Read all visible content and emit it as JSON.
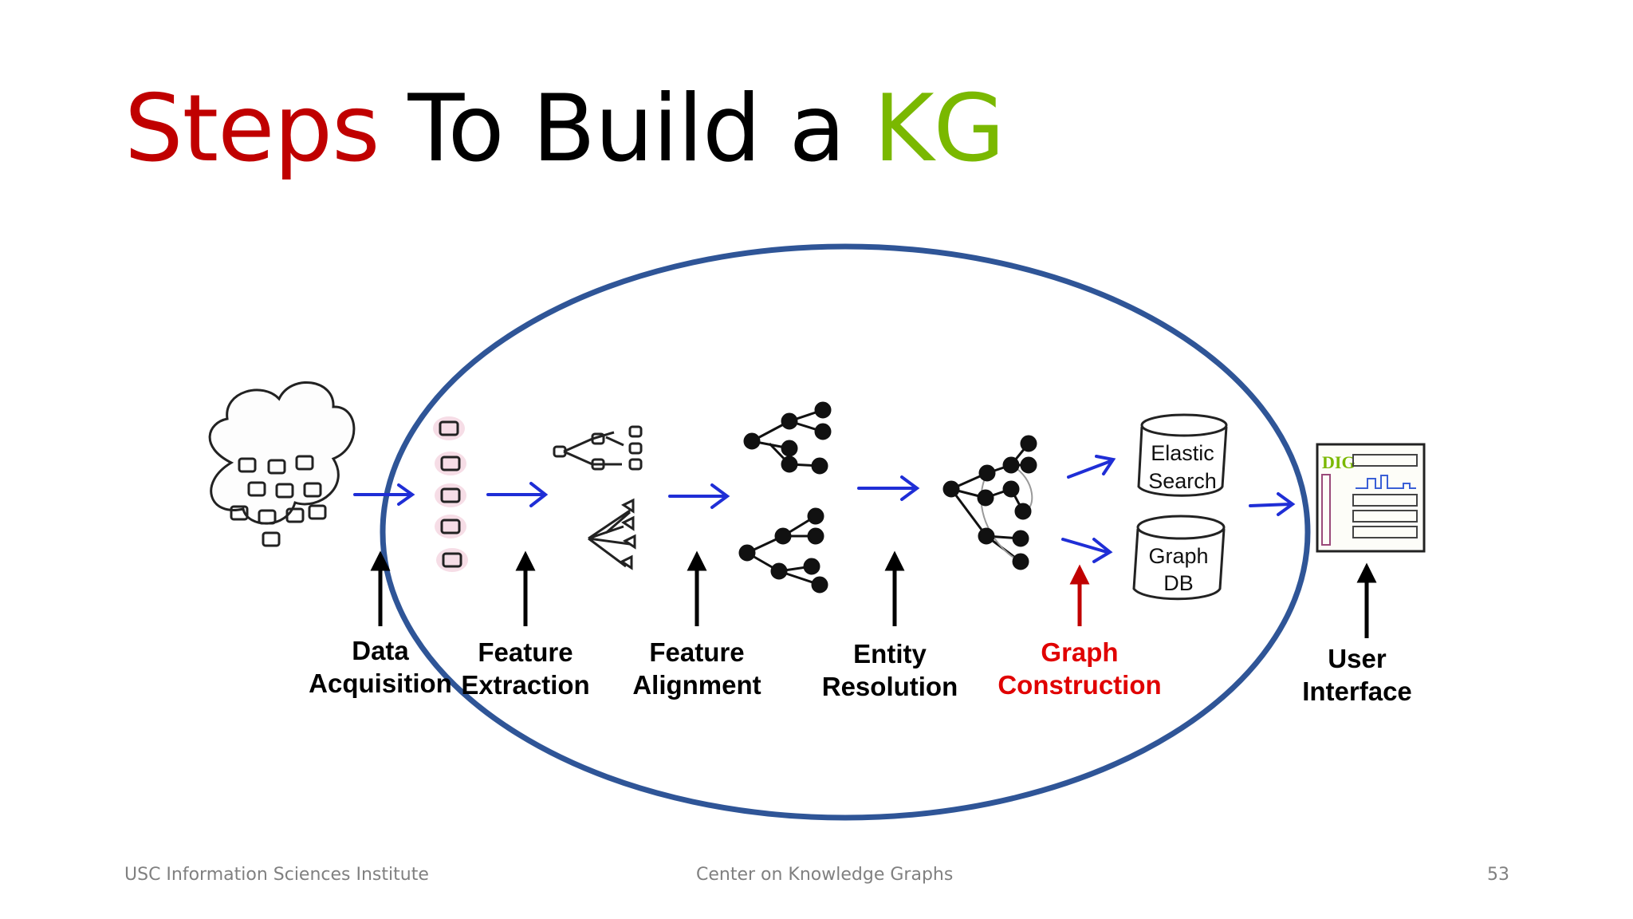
{
  "slide": {
    "title": {
      "part1": "Steps",
      "part2": "To Build a",
      "part3": "KG",
      "colors": {
        "part1": "#c00000",
        "part2": "#000000",
        "part3": "#7ab800"
      }
    },
    "footer": {
      "left": "USC Information Sciences Institute",
      "center": "Center on Knowledge Graphs",
      "page_number": "53"
    }
  },
  "diagram": {
    "stages": [
      {
        "line1": "Data",
        "line2": "Acquisition",
        "highlighted": false
      },
      {
        "line1": "Feature",
        "line2": "Extraction",
        "highlighted": false
      },
      {
        "line1": "Feature",
        "line2": "Alignment",
        "highlighted": false
      },
      {
        "line1": "Entity",
        "line2": "Resolution",
        "highlighted": false
      },
      {
        "line1": "Graph",
        "line2": "Construction",
        "highlighted": true
      },
      {
        "line1": "User",
        "line2": "Interface",
        "highlighted": false
      }
    ],
    "stores": [
      {
        "line1": "Elastic",
        "line2": "Search"
      },
      {
        "line1": "Graph",
        "line2": "DB"
      }
    ],
    "dig_logo": "DIG",
    "colors": {
      "ellipse": "#2f5597",
      "flow_arrow": "#1f2ed6",
      "highlight": "#e00000",
      "label": "#000000"
    }
  }
}
